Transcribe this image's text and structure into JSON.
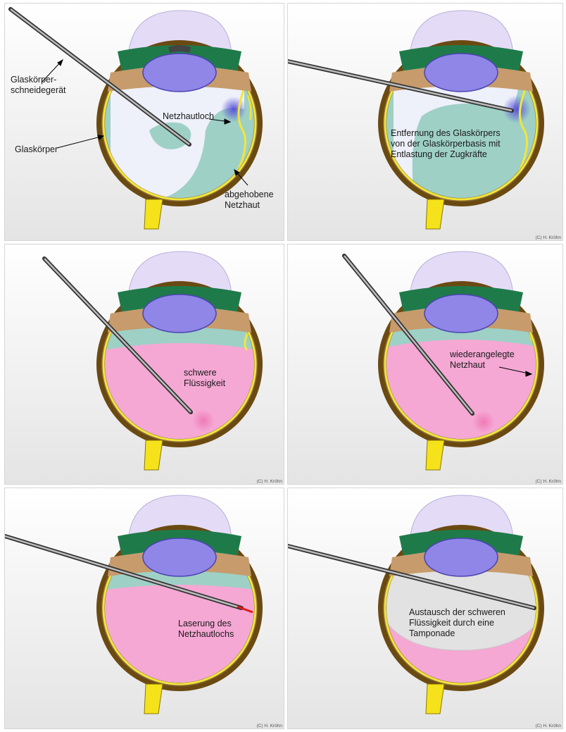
{
  "panels": [
    {
      "id": "p1",
      "labels": {
        "instrument": [
          "Glaskörper-",
          "schneidegerät"
        ],
        "vitreous": "Glaskörper",
        "hole": "Netzhautloch",
        "detached": [
          "abgehobene",
          "Netzhaut"
        ]
      }
    },
    {
      "id": "p2",
      "caption": [
        "Entfernung des Glaskörpers",
        "von der Glaskörperbasis mit",
        "Entlastung der Zugkräfte"
      ],
      "copyright": "(C) H. Kröhn"
    },
    {
      "id": "p3",
      "caption": [
        "schwere",
        "Flüssigkeit"
      ],
      "copyright": "(C) H. Kröhn"
    },
    {
      "id": "p4",
      "caption": [
        "wiederangelegte",
        "Netzhaut"
      ],
      "copyright": "(C) H. Kröhn"
    },
    {
      "id": "p5",
      "caption": [
        "Laserung des",
        "Netzhautlochs"
      ],
      "copyright": "(C) H. Kröhn"
    },
    {
      "id": "p6",
      "caption": [
        "Austausch  der schweren",
        "Flüssigkeit durch eine",
        "Tamponade"
      ],
      "copyright": "(C) H. Kröhn"
    }
  ],
  "colors": {
    "sclera": "#6b4a12",
    "retina": "#f2e63a",
    "choroid": "#8d6b3b",
    "cornea_tint": "#e4dcf6",
    "iris_green": "#1f7a4a",
    "ciliary": "#c79b6b",
    "lens": "#8f86e8",
    "vitreous": "#eef0fa",
    "detached_fluid": "#9ed0c6",
    "heavy_liquid": "#f5a8d4",
    "tamponade": "#e2e2e2",
    "optic_nerve": "#f5e21a",
    "laser": "#e01a1a"
  }
}
